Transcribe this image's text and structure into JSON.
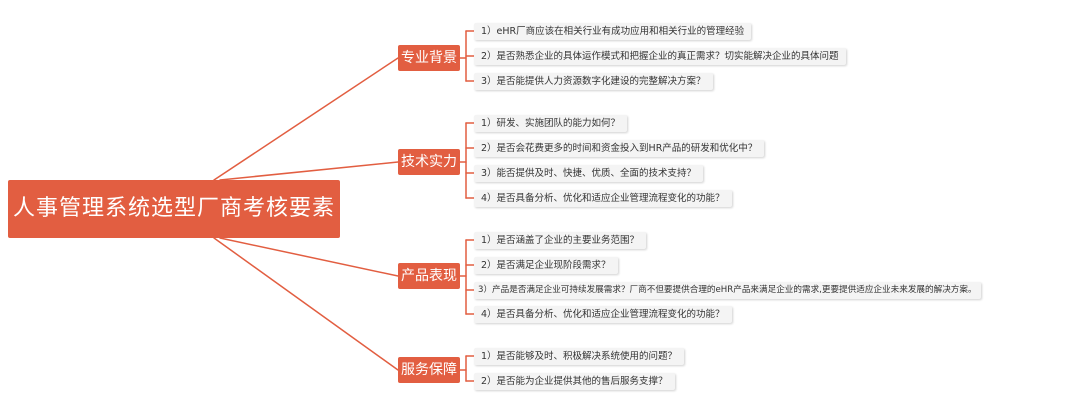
{
  "root": "人事管理系统选型厂商考核要素",
  "branches": [
    {
      "label": "专业背景",
      "items": [
        "1）eHR厂商应该在相关行业有成功应用和相关行业的管理经验",
        "2）是否熟悉企业的具体运作模式和把握企业的真正需求？切实能解决企业的具体问题",
        "3）是否能提供人力资源数字化建设的完整解决方案？"
      ]
    },
    {
      "label": "技术实力",
      "items": [
        "1）研发、实施团队的能力如何？",
        "2）是否会花费更多的时间和资金投入到HR产品的研发和优化中？",
        "3）能否提供及时、快捷、优质、全面的技术支持？",
        "4）是否具备分析、优化和适应企业管理流程变化的功能？"
      ]
    },
    {
      "label": "产品表现",
      "items": [
        "1）是否涵盖了企业的主要业务范围？",
        "2）是否满足企业现阶段需求？",
        "3）产品是否满足企业可持续发展需求？厂商不但要提供合理的eHR产品来满足企业的需求,更要提供适应企业未来发展的解决方案。",
        "4）是否具备分析、优化和适应企业管理流程变化的功能？"
      ]
    },
    {
      "label": "服务保障",
      "items": [
        "1）是否能够及时、积极解决系统使用的问题？",
        "2）是否能为企业提供其他的售后服务支撑？"
      ]
    }
  ],
  "colors": {
    "accent": "#e25e41",
    "leaf_bg": "#f4f4f4",
    "leaf_text": "#333333",
    "background": "#ffffff"
  }
}
